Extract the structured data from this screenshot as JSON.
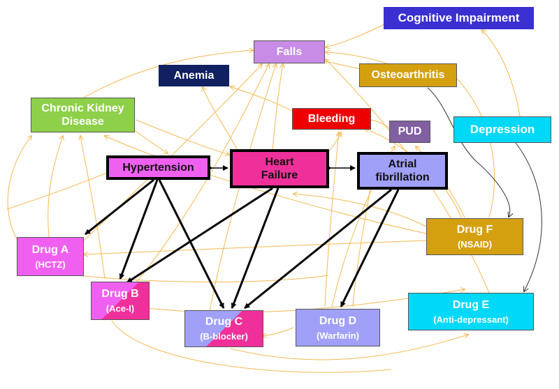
{
  "nodes": {
    "cognitive_impairment": {
      "label": "Cognitive Impairment"
    },
    "falls": {
      "label": "Falls"
    },
    "anemia": {
      "label": "Anemia"
    },
    "osteoarthritis": {
      "label": "Osteoarthritis"
    },
    "chronic_kidney_disease": {
      "line1": "Chronic Kidney",
      "line2": "Disease"
    },
    "bleeding": {
      "label": "Bleeding"
    },
    "pud": {
      "label": "PUD"
    },
    "depression": {
      "label": "Depression"
    },
    "hypertension": {
      "label": "Hypertension"
    },
    "heart_failure": {
      "line1": "Heart",
      "line2": "Failure"
    },
    "atrial_fibrillation": {
      "line1": "Atrial",
      "line2": "fibrillation"
    },
    "drug_a": {
      "line1": "Drug A",
      "line2": "(HCTZ)"
    },
    "drug_b": {
      "line1": "Drug B",
      "line2": "(Ace-I)"
    },
    "drug_c": {
      "line1": "Drug C",
      "line2": "(B-blocker)"
    },
    "drug_d": {
      "line1": "Drug D",
      "line2": "(Warfarin)"
    },
    "drug_e": {
      "line1": "Drug E",
      "line2": "(Anti-depressant)"
    },
    "drug_f": {
      "line1": "Drug F",
      "line2": "(NSAID)"
    }
  },
  "colors": {
    "cognitive_impairment": "#3a2fd0",
    "falls": "#c88be6",
    "anemia": "#102060",
    "osteoarthritis": "#d4a010",
    "chronic_kidney_disease": "#8ed04a",
    "bleeding": "#ee0000",
    "pud": "#8060a0",
    "depression": "#00d8f8",
    "hypertension": "#f060f0",
    "heart_failure": "#f0309a",
    "atrial_fibrillation": "#a0a0f8",
    "drug_a": "#f060f0",
    "drug_b": "#f060f0",
    "drug_b_alt": "#f0309a",
    "drug_c": "#f0309a",
    "drug_c_alt": "#a0a0f8",
    "drug_d": "#a0a0f8",
    "drug_e": "#00d8f8",
    "drug_f": "#d4a010",
    "orange_edge": "#f5b850",
    "black_edge": "#000000"
  }
}
